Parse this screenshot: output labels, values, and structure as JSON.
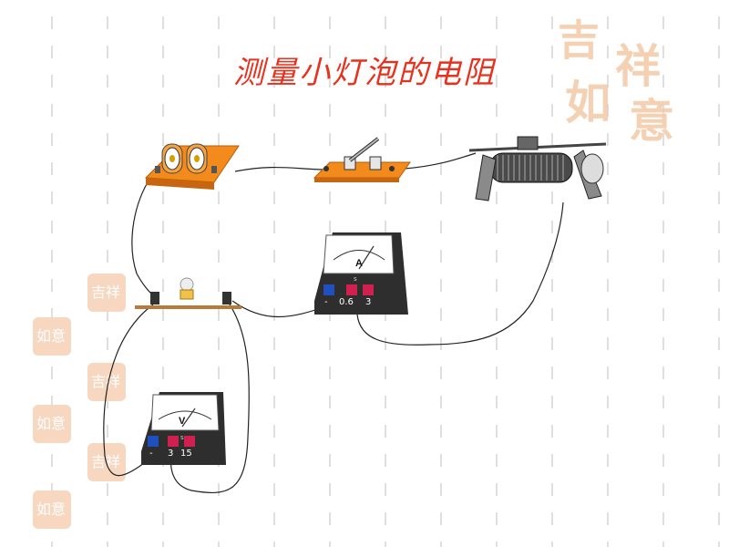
{
  "slide": {
    "title": "测量小灯泡的电阻"
  },
  "ammeter": {
    "symbol": "A",
    "terminals": [
      "-",
      "0.6",
      "3"
    ],
    "s_mark": "s"
  },
  "voltmeter": {
    "symbol": "V",
    "terminals": [
      "-",
      "3",
      "15"
    ],
    "s_mark": "s"
  },
  "decor": {
    "watermark_text": "吉祥如意"
  },
  "colors": {
    "title": "#e8321e",
    "wood": "#f08a1e",
    "watermark": "#f6d2b8",
    "grid": "#d4d4d4"
  }
}
